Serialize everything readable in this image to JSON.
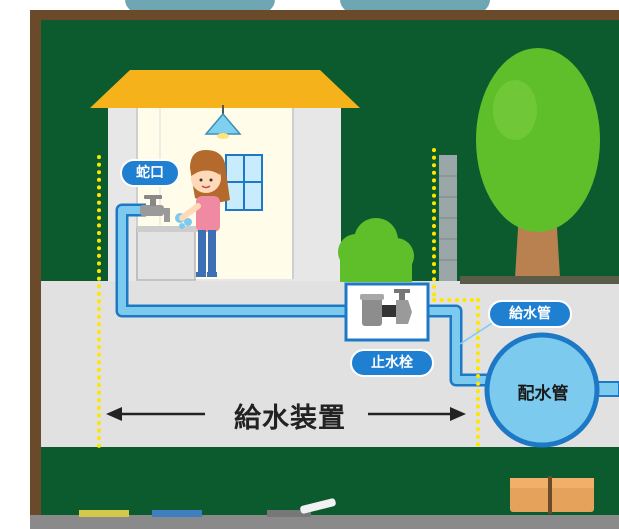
{
  "labels": {
    "faucet": "蛇口",
    "stop_valve": "止水栓",
    "service_pipe": "給水管",
    "distribution_main": "配水管",
    "supply_equipment": "給水装置"
  },
  "colors": {
    "chalkboard": "#0c5b2e",
    "frame": "#6b4a2b",
    "ground": "#e1e1e1",
    "pipe": "#7ccbef",
    "pipe_outline": "#1d79c6",
    "boundary_dots": "#ffe600",
    "roof": "#f6b21a",
    "tree_leaves": "#5fbf2a",
    "label_blue": "#1f7fd1"
  }
}
